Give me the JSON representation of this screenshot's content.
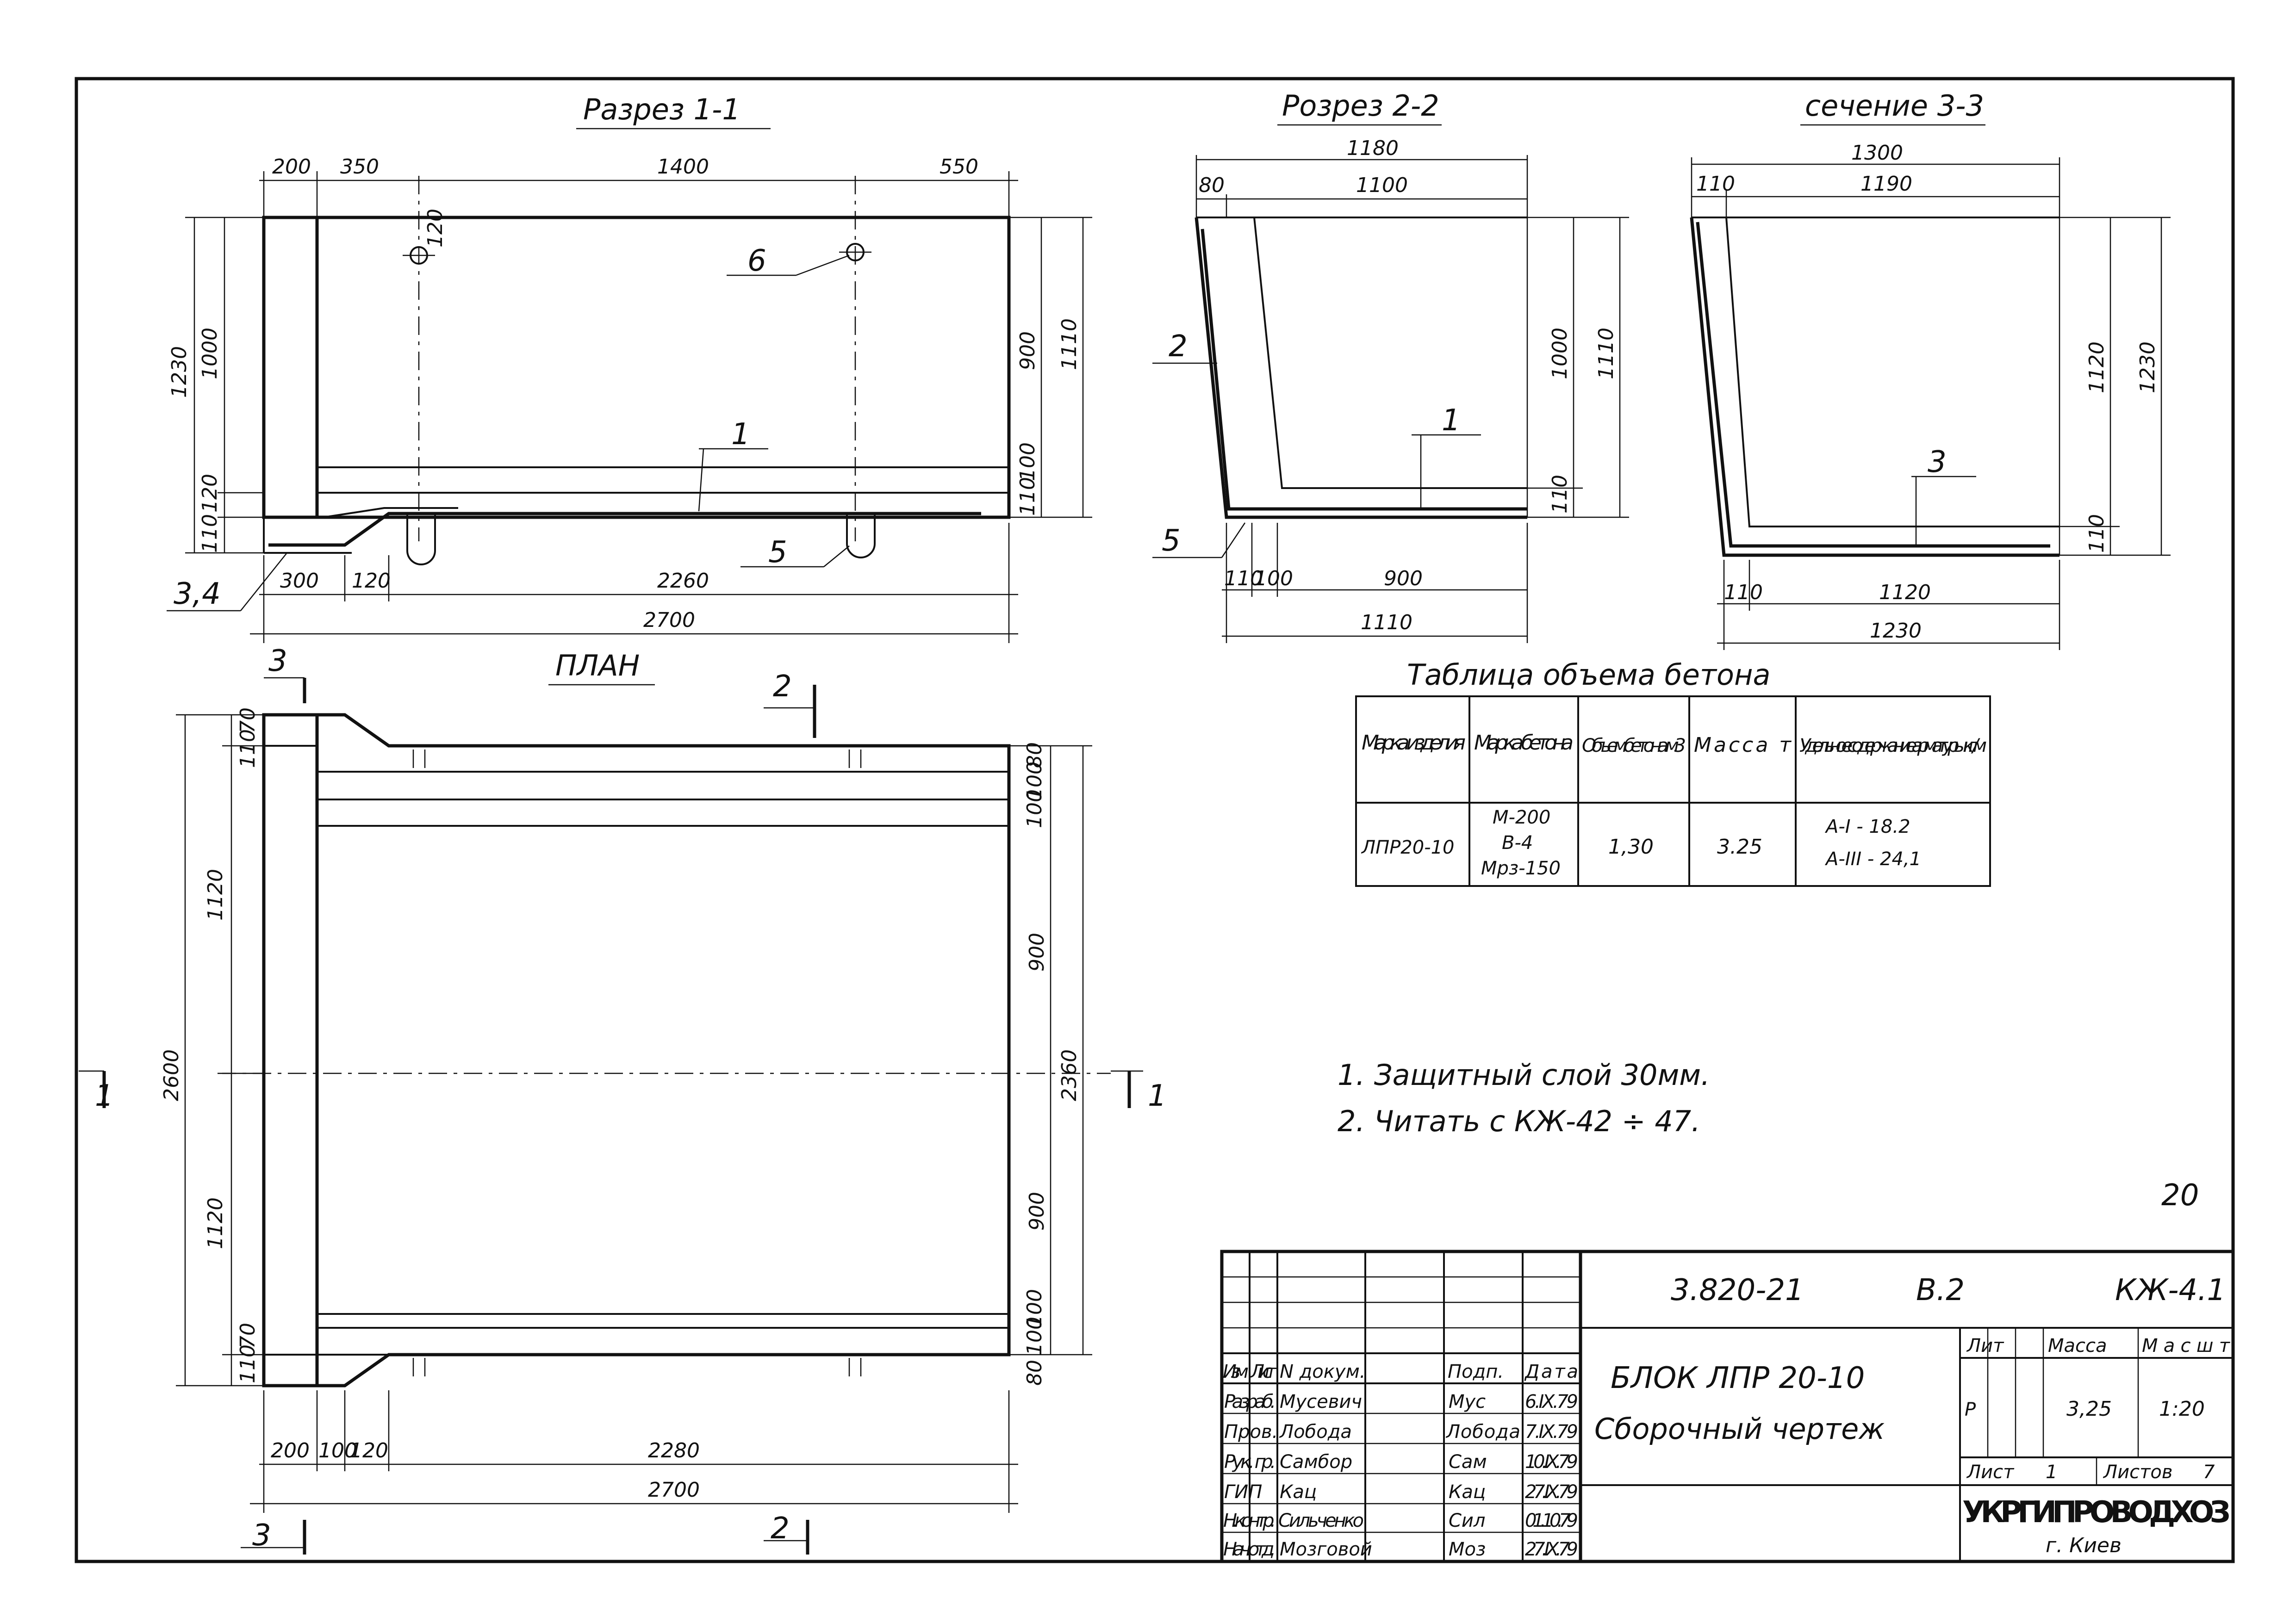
{
  "section_1_1": {
    "title": "Разрез 1-1",
    "top_dims": [
      "200",
      "350",
      "1400",
      "550"
    ],
    "left_dims": [
      "1230",
      "1000",
      "110",
      "120"
    ],
    "right_dims": [
      "900",
      "1110",
      "110",
      "100"
    ],
    "small_dim": "120",
    "callouts": [
      "6",
      "1",
      "5",
      "3,4"
    ],
    "bottom_dims": [
      "300",
      "120",
      "2260",
      "2700"
    ]
  },
  "section_2_2": {
    "title": "Розрез 2-2",
    "top_dims": [
      "1180",
      "80",
      "1100"
    ],
    "right_dims": [
      "1000",
      "1110",
      "110"
    ],
    "callouts": [
      "2",
      "1",
      "5"
    ],
    "bottom_dims": [
      "110",
      "100",
      "900",
      "1110"
    ]
  },
  "section_3_3": {
    "title": "сечение 3-3",
    "top_dims": [
      "1300",
      "110",
      "1190"
    ],
    "right_dims": [
      "1120",
      "1230",
      "110"
    ],
    "callouts": [
      "3"
    ],
    "bottom_dims": [
      "110",
      "1120",
      "1230"
    ]
  },
  "plan": {
    "title": "ПЛАН",
    "section_marks": [
      "3",
      "2",
      "1",
      "1",
      "3",
      "2"
    ],
    "left_dims": [
      "70",
      "110",
      "1120",
      "2600",
      "1120",
      "110",
      "70"
    ],
    "right_dims": [
      "80",
      "100",
      "100",
      "900",
      "2360",
      "900",
      "100",
      "100",
      "80"
    ],
    "bottom_dims": [
      "200",
      "100",
      "120",
      "2280",
      "2700"
    ]
  },
  "concrete_table": {
    "title": "Таблица объема бетона",
    "headers": [
      "Марка изделия",
      "Марка бетона",
      "Объем бетона м3",
      "Масса т",
      "Удельное содержание арматуры кг/м"
    ],
    "row": {
      "product": "ЛПР20-10",
      "concrete": [
        "М-200",
        "В-4",
        "Мрз-150"
      ],
      "volume": "1,30",
      "mass": "3.25",
      "reinforcement": [
        "А-I - 18.2",
        "А-III - 24,1"
      ]
    }
  },
  "notes": [
    "1. Защитный слой 30мм.",
    "2. Читать с КЖ-42 ÷ 47."
  ],
  "page_number": "20",
  "title_block": {
    "doc_code": "3.820-21",
    "issue": "В.2",
    "sheet_code": "КЖ-4.1",
    "col_headers": [
      "Изм",
      "Лист",
      "N докум.",
      "Подп.",
      "Дата"
    ],
    "roles": [
      {
        "role": "Разраб.",
        "name": "Мусевич",
        "sign": "Мус",
        "date": "6.IX.79"
      },
      {
        "role": "Пров.",
        "name": "Лобода",
        "sign": "Лобода",
        "date": "7.IX.79"
      },
      {
        "role": "Рук. гр.",
        "name": "Самбор",
        "sign": "Сам",
        "date": "10.IX.79"
      },
      {
        "role": "ГИП",
        "name": "Кац",
        "sign": "Кац",
        "date": "27.IX.79"
      },
      {
        "role": "Н.контр.",
        "name": "Сильченко",
        "sign": "Сил",
        "date": "01.10.79"
      },
      {
        "role": "Нач.отд.",
        "name": "Мозговой",
        "sign": "Моз",
        "date": "27.IX.79"
      }
    ],
    "object_name": "БЛОК ЛПР 20-10",
    "drawing_type": "Сборочный чертеж",
    "lit_label": "Лит",
    "lit_value": "Р",
    "mass_label": "Масса",
    "mass_value": "3,25",
    "scale_label": "Масшт",
    "scale_value": "1:20",
    "sheet_label": "Лист",
    "sheet_value": "1",
    "sheets_label": "Листов",
    "sheets_value": "7",
    "organization": "УКРГИПРОВОДХОЗ",
    "city": "г. Киев"
  }
}
